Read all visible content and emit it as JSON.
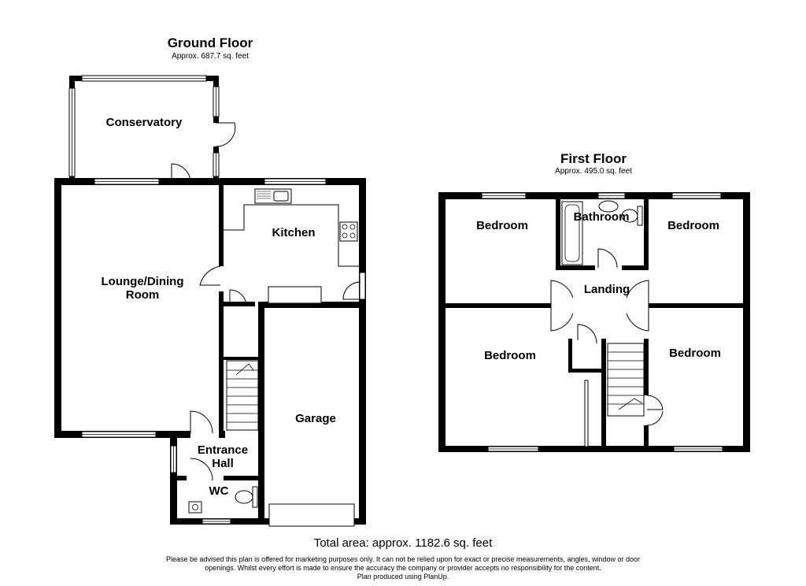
{
  "ground_floor": {
    "title": "Ground Floor",
    "area": "Approx. 687.7 sq. feet",
    "rooms": {
      "conservatory": "Conservatory",
      "kitchen": "Kitchen",
      "lounge_line1": "Lounge/Dining",
      "lounge_line2": "Room",
      "garage": "Garage",
      "hall_line1": "Entrance",
      "hall_line2": "Hall",
      "wc": "WC"
    }
  },
  "first_floor": {
    "title": "First Floor",
    "area": "Approx. 495.0 sq. feet",
    "rooms": {
      "bedroom_top_left": "Bedroom",
      "bathroom": "Bathroom",
      "bedroom_top_right": "Bedroom",
      "landing": "Landing",
      "bedroom_bottom_left": "Bedroom",
      "bedroom_bottom_right": "Bedroom"
    }
  },
  "total_area": "Total area: approx. 1182.6 sq. feet",
  "disclaimer": {
    "line1": "Please be advised this plan is offered for marketing purposes only. It can not be relied upon for exact or precise measurements, angles, window or door",
    "line2": "openings. Whilst every effort is made to ensure the accuracy the company or provider accepts no responsibility for the content.",
    "line3": "Plan produced using PlanUp."
  }
}
